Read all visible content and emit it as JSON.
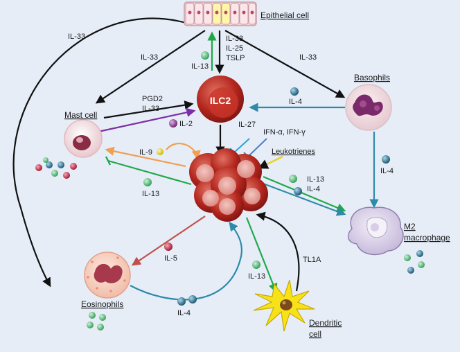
{
  "cells": {
    "epithelial": "Epithelial cell",
    "ilc2": "ILC2",
    "mast": "Mast cell",
    "basophils": "Basophils",
    "m2_line1": "M2",
    "m2_line2": "macrophage",
    "eosinophils": "Eosinophils",
    "dendritic_line1": "Dendritic",
    "dendritic_line2": "cell"
  },
  "labels": {
    "il33_curve": "IL-33",
    "il33_left": "IL-33",
    "il33_right": "IL-33",
    "epi_il33": "IL-33",
    "epi_il25": "IL-25",
    "epi_tslp": "TSLP",
    "il13_up": "IL-13",
    "pgd2": "PGD2",
    "mast_il33": "IL-33",
    "il2": "IL-2",
    "baso_il4": "IL-4",
    "il27": "IL-27",
    "ifn": "IFN-α, IFN-γ",
    "leukotrienes": "Leukotrienes",
    "il9": "IL-9",
    "mast_il13": "IL-13",
    "baso_m2_il4": "IL-4",
    "m2_il13": "IL-13",
    "m2_il4": "IL-4",
    "tl1a": "TL1A",
    "il5": "IL-5",
    "dc_il13": "IL-13",
    "eos_il4": "IL-4"
  },
  "colors": {
    "background": "#e6edf7",
    "black_arrow": "#111111",
    "green_arrow": "#1fa84a",
    "teal_arrow": "#2e8aa8",
    "purple_arrow": "#7b2fa6",
    "orange_arrow": "#f0a050",
    "red_arrow": "#c0504d",
    "ilc2_red": "#b3261e",
    "cytokine_green": "#3bb36b",
    "cytokine_teal": "#1f6f8b",
    "cytokine_red": "#c01e3a",
    "cytokine_yellow": "#e8d21d"
  }
}
